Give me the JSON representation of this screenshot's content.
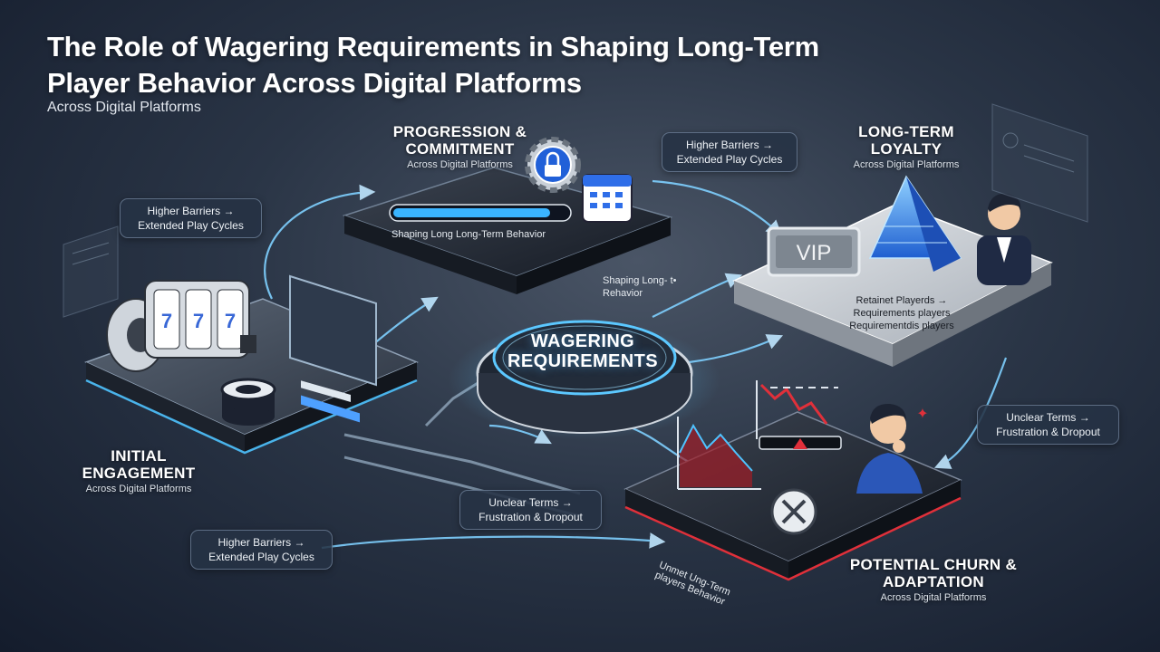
{
  "title": "The Role of Wagering Requirements in Shaping Long-Term Player Behavior Across Digital Platforms",
  "subtitle": "Across Digital Platforms",
  "center": {
    "label": "WAGERING REQUIREMENTS"
  },
  "stages": {
    "initial": {
      "heading": "INITIAL ENGAGEMENT",
      "sub": "Across Digital Platforms"
    },
    "progression": {
      "heading": "PROGRESSION & COMMITMENT",
      "sub": "Across Digital Platforms",
      "bar_caption": "Shaping Long Long-Term Behavior",
      "progress": 0.9
    },
    "loyalty": {
      "heading": "LONG-TERM LOYALTY",
      "sub": "Across Digital Platforms",
      "badge": "VIP",
      "stats": "Retainet Playerds → Requirements players Requirementdis players"
    },
    "churn": {
      "heading": "POTENTIAL CHURN & ADAPTATION",
      "sub": "Across Digital Platforms",
      "caption": "Unmet Ung-Term players Behavior"
    }
  },
  "chips": {
    "left_top": "Higher Barriers → Extended Play Cycles",
    "top_middle": "Higher Barriers → Extended Play Cycles",
    "bottom_left": "Higher Barriers → Extended Play Cycles",
    "middle_bottom": "Unclear Terms → Frustration & Dropout",
    "right": "Unclear Terms → Frustration & Dropout",
    "shaping": "Shaping Long- t• Rehavior"
  },
  "slot_symbol": "7",
  "colors": {
    "accent": "#4fc3ff",
    "danger": "#e0303a",
    "vip": "#9aa3ad"
  }
}
